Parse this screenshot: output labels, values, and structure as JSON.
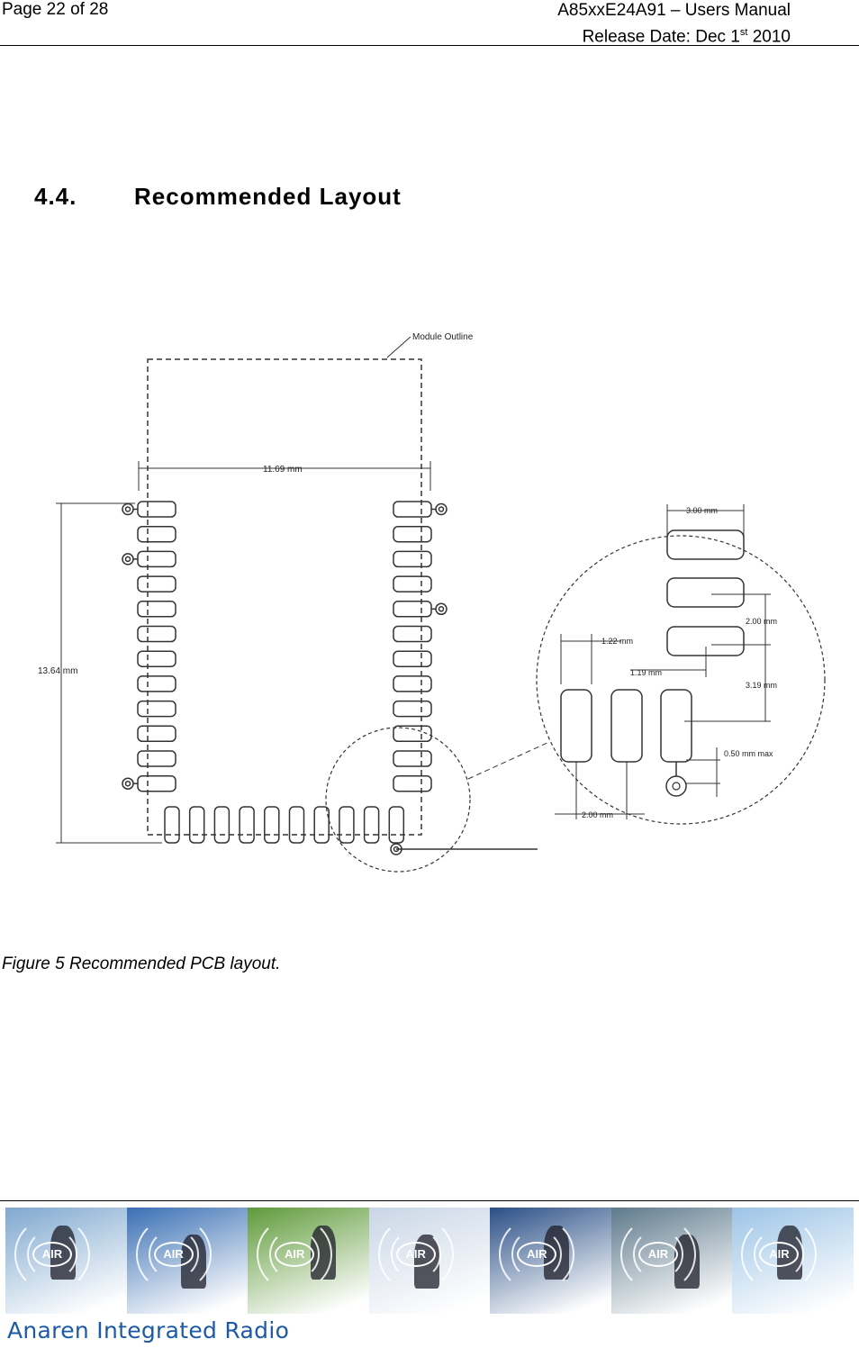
{
  "header": {
    "page_label": "Page 22 of 28",
    "doc_title": "A85xxE24A91 – Users Manual",
    "release_prefix": "Release Date: Dec 1",
    "release_sup": "st",
    "release_suffix": " 2010"
  },
  "section": {
    "number": "4.4.",
    "title": "Recommended Layout"
  },
  "diagram": {
    "module_outline": "Module Outline",
    "dim_width": "11.69 mm",
    "dim_height": "13.64 mm",
    "dim_pad_width": "3.00 mm",
    "dim_pad_pitch_a": "2.00 mm",
    "dim_pad_spacing": "3.19 mm",
    "dim_pad_side": "1.22 mm",
    "dim_gap": "1.19 mm",
    "dim_max": "0.50 mm max",
    "dim_pitch_bottom": "2.00 mm"
  },
  "caption": "Figure 5 Recommended PCB layout.",
  "footer": {
    "air_label": "AIR",
    "brand": "Anaren Integrated Radio",
    "tile_colors": [
      "#7fa8cf",
      "#3a6fb4",
      "#5f9a3a",
      "#c9d6e6",
      "#2a4f86",
      "#5e7a8c",
      "#9cc4e6"
    ]
  }
}
